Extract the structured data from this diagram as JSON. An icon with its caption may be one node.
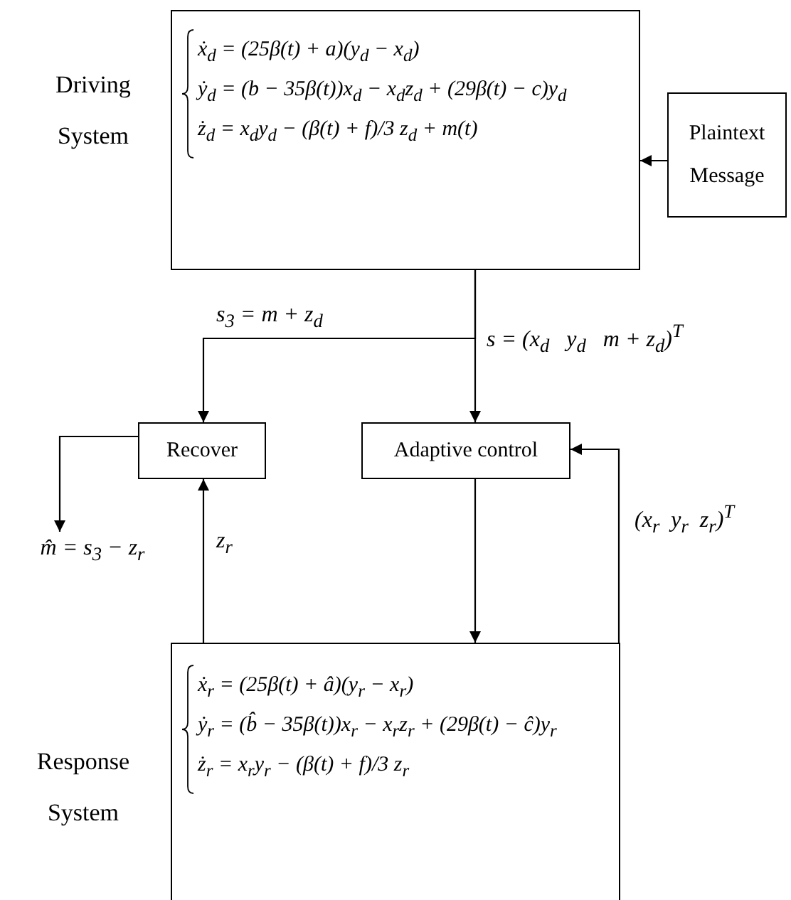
{
  "diagram": {
    "nodes": [
      {
        "text": [
          "ẋ$_{d}$ = (25β(t) + a)(y$_{d}$ − x$_{d}$)",
          "ẏ$_{d}$ = (b − 35β(t))x$_{d}$ − x$_{d}$z$_{d}$ + (29β(t) − c)y$_{d}$",
          "ż$_{d}$ = x$_{d}$y$_{d}$ − (β(t) + f)/3 z$_{d}$ + m(t)"
        ],
        "beside": [
          "Driving System"
        ]
      },
      {
        "text": [
          "Plaintext Message"
        ]
      },
      {
        "text": [
          "Recover"
        ]
      },
      {
        "text": [
          "Adaptive control"
        ]
      },
      {
        "text": [
          "ẋ$_{r}$ = (25β(t) + â)(y$_{r}$ − x$_{r}$)",
          "ẏ$_{r}$ = (b̂ − 35β(t))x$_{r}$ − x$_{r}$z$_{r}$ + (29β(t) − ĉ)y$_{r}$",
          "ż$_{r}$ = x$_{r}$y$_{r}$ − (β(t) + f)/3 z$_{r}$"
        ],
        "beside": [
          "Response System"
        ]
      },
      {
        "text": [
          "m̂ = s$_{3}$ − z$_{r}$"
        ]
      }
    ],
    "edges": [
      {
        "from": 1,
        "to": 0,
        "arrow": "to"
      },
      {
        "from": 0,
        "to": 2,
        "arrow": "to",
        "label": "s$_{3}$ = m + z$_{d}$"
      },
      {
        "from": 0,
        "to": 3,
        "arrow": "to",
        "label": "s = (x$_{d}$   y$_{d}$   m + z$_{d}$)$^{T}$"
      },
      {
        "from": 2,
        "to": 5,
        "arrow": "to"
      },
      {
        "from": 3,
        "to": 4,
        "arrow": "to"
      },
      {
        "from": 4,
        "to": 2,
        "arrow": "to",
        "label": "z$_{r}$"
      },
      {
        "from": 4,
        "to": 3,
        "arrow": "to",
        "label": "(x$_{r}$  y$_{r}$  z$_{r}$)$^{T}$"
      }
    ]
  }
}
